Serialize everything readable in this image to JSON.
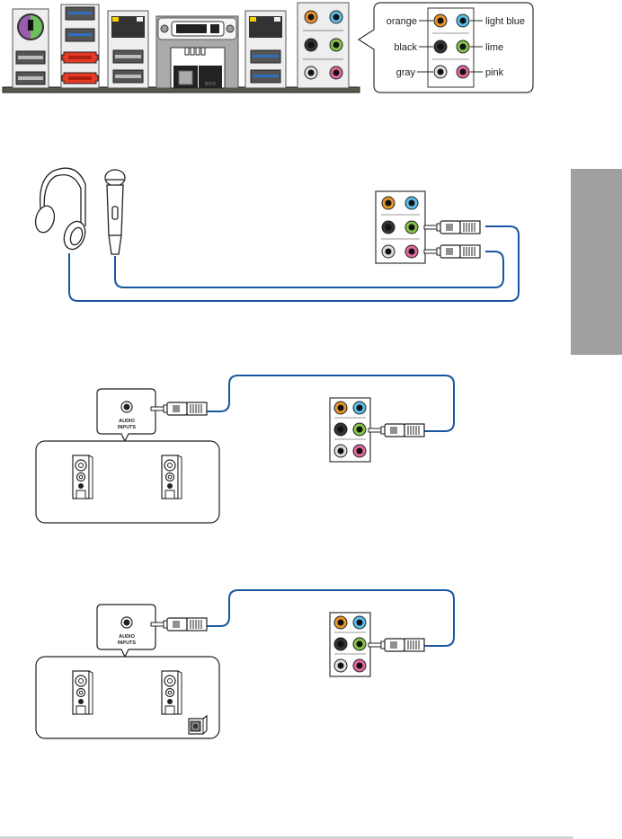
{
  "io_panel": {
    "callout_labels": {
      "orange": "orange",
      "light_blue": "light blue",
      "black": "black",
      "lime": "lime",
      "gray": "gray",
      "pink": "pink"
    },
    "bios_button_label": "BIOS",
    "jack_colors": {
      "orange": "#e8952a",
      "light_blue": "#5bbde8",
      "black": "#333333",
      "lime": "#86c24a",
      "gray": "#dddddd",
      "pink": "#e2679f"
    }
  },
  "diagrams": [
    {
      "name": "headphone-and-mic",
      "devices": [
        "headphone",
        "microphone"
      ]
    },
    {
      "name": "stereo-speakers",
      "input_label_line1": "AUDIO",
      "input_label_line2": "INPUTS"
    },
    {
      "name": "stereo-speakers-subwoofer",
      "input_label_line1": "AUDIO",
      "input_label_line2": "INPUTS"
    }
  ],
  "colors": {
    "cable": "#1a56a0",
    "side_tab": "#a0a0a0"
  }
}
